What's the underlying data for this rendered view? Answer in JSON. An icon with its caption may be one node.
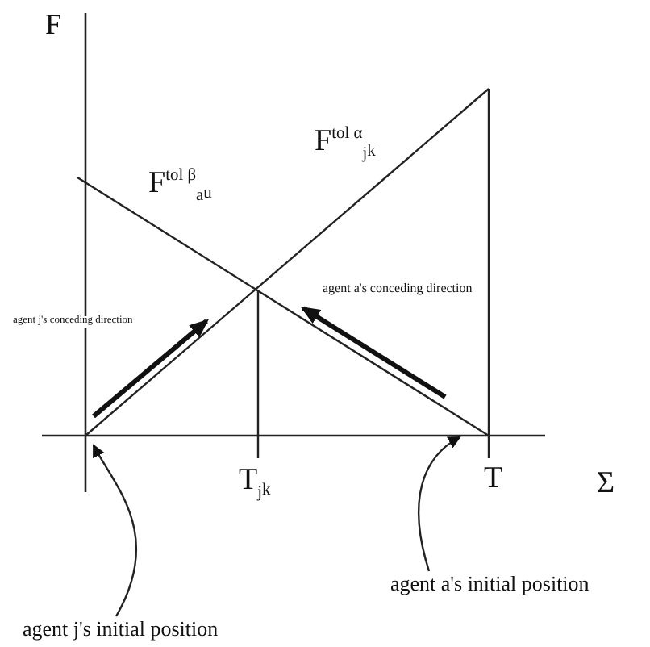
{
  "diagram": {
    "nodes": [
      {
        "text": [
          "agent j's initial position"
        ]
      },
      {
        "text": [
          "agent a's initial position"
        ]
      }
    ],
    "edges": [
      {
        "from": 0,
        "to": null,
        "arrow": "to"
      },
      {
        "from": 1,
        "to": null,
        "arrow": "to"
      }
    ],
    "labels": [
      "F",
      "F$^{tol α}$$_{j}$$_{k}$",
      "F$^{tol β}$$_{a}$$_{u}$",
      "agent a's conceding direction",
      "agent j's conceding direction",
      "T$_{j}$$_{k}$",
      "T",
      "Σ"
    ]
  }
}
